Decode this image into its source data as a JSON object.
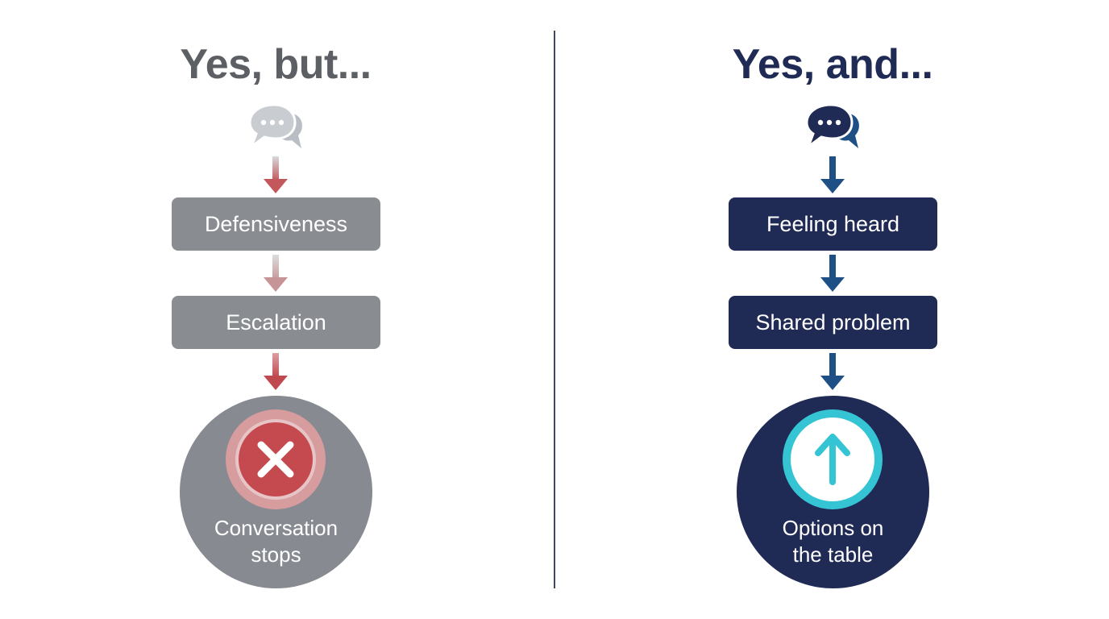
{
  "left": {
    "title": "Yes, but...",
    "steps": [
      "Defensiveness",
      "Escalation"
    ],
    "result": "Conversation\nstops",
    "icons": {
      "top": "speech-bubbles-icon",
      "result": "x-mark-icon"
    },
    "colors": {
      "title": "#5c5f63",
      "box": "#898c91",
      "arrow": "#c0494f",
      "result_badge": "#c44a4f"
    }
  },
  "right": {
    "title": "Yes, and...",
    "steps": [
      "Feeling heard",
      "Shared problem"
    ],
    "result": "Options on\nthe table",
    "icons": {
      "top": "speech-bubbles-icon",
      "result": "up-arrow-icon"
    },
    "colors": {
      "title": "#1f2a55",
      "box": "#1f2a55",
      "arrow": "#1e4f85",
      "result_badge": "#35c4d4"
    }
  }
}
